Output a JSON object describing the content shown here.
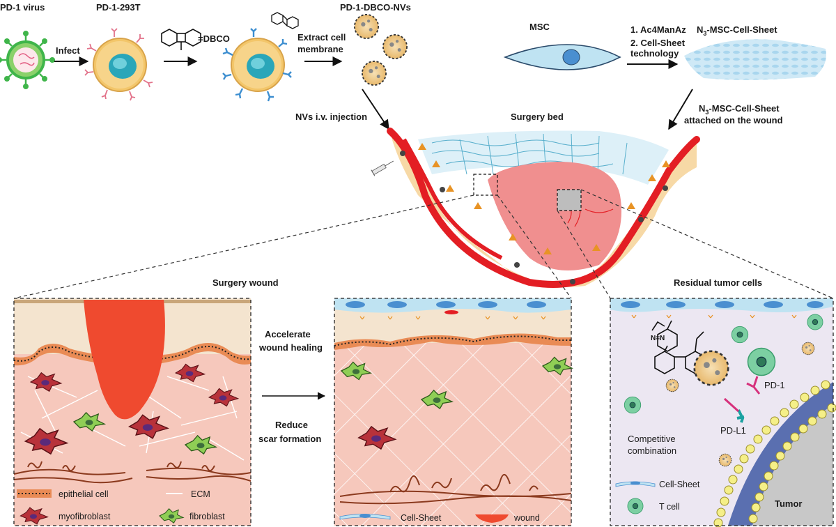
{
  "top_row": {
    "pd1_virus": "PD-1 virus",
    "pd1_293t": "PD-1-293T",
    "pd1_dbco_nvs": "PD-1-DBCO-NVs",
    "infect": "Infect",
    "dbco": "=DBCO",
    "extract_1": "Extract cell",
    "extract_2": "membrane",
    "msc": "MSC",
    "step1": "1. Ac4ManAz",
    "step2a": "2. Cell-Sheet",
    "step2b": "technology",
    "sheet_title_pre": "N",
    "sheet_title_sub": "3",
    "sheet_title_post": "-MSC-Cell-Sheet"
  },
  "middle": {
    "nvs_injection": "NVs i.v. injection",
    "surgery_bed": "Surgery bed",
    "attached_1_pre": "N",
    "attached_1_sub": "3",
    "attached_1_post": "-MSC-Cell-Sheet",
    "attached_2": "attached on the wound"
  },
  "panels": {
    "surgery_wound": "Surgery wound",
    "residual": "Residual tumor cells",
    "accelerate_1": "Accelerate",
    "accelerate_2": "wound healing",
    "reduce_1": "Reduce",
    "reduce_2": "scar formation",
    "pd1": "PD-1",
    "pdl1": "PD-L1",
    "competitive_1": "Competitive",
    "competitive_2": "combination",
    "tumor": "Tumor"
  },
  "legend": {
    "epithelial": "epithelial cell",
    "ecm": "ECM",
    "myofibroblast": "myofibroblast",
    "fibroblast": "fibroblast",
    "cell_sheet": "Cell-Sheet",
    "wound": "wound",
    "cell_sheet_right": "Cell-Sheet",
    "t_cell": "T cell"
  },
  "colors": {
    "skin_red": "#e31e24",
    "wound_red": "#ef4a2f",
    "tissue_pink": "#f6c8bc",
    "tumor_pink": "#f08f8f",
    "sheet_blue": "#bfe3f2",
    "cell_yellow": "#f3c66a",
    "nucleus_teal": "#2aa6b9",
    "virus_green": "#3fb54a",
    "myofibroblast": "#b8323a",
    "fibroblast": "#8fce55",
    "epithelial_orange": "#e98b55",
    "tumor_gray": "#c8c8c8",
    "membrane_yellow": "#f5ef88",
    "membrane_blue": "#5a6fb0"
  }
}
